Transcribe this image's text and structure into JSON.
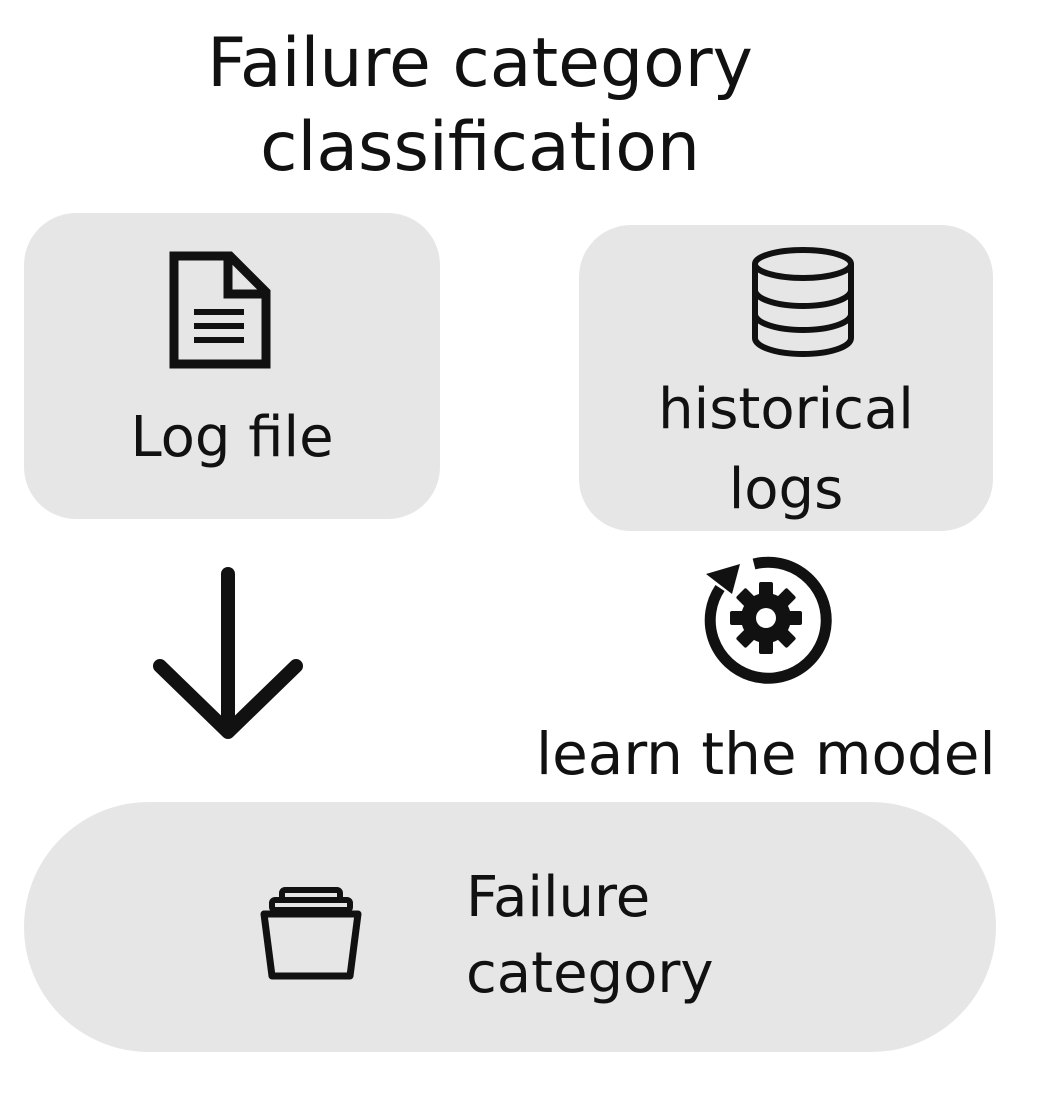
{
  "title_line1": "Failure category",
  "title_line2": "classification",
  "log_box": {
    "label": "Log file",
    "icon": "document-icon"
  },
  "history_box": {
    "label_line1": "historical",
    "label_line2": "logs",
    "icon": "database-icon"
  },
  "learn": {
    "label": "learn the model",
    "icon": "gear-refresh-icon"
  },
  "flow_arrow": {
    "icon": "arrow-down-icon"
  },
  "category_box": {
    "label_line1": "Failure",
    "label_line2": "category",
    "icon": "folder-stack-icon"
  },
  "colors": {
    "box_fill": "#e6e6e6",
    "ink": "#111111"
  }
}
